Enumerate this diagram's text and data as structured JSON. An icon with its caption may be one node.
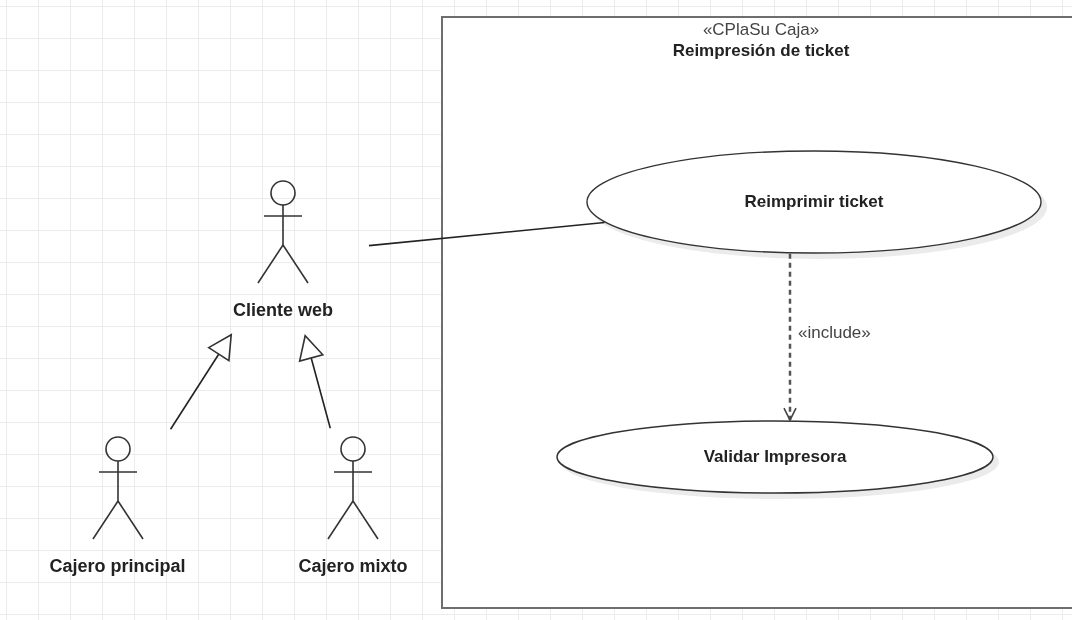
{
  "diagram": {
    "nodes": [
      {
        "text": [
          "«CPlaSu Caja»",
          "Reimpresión de ticket"
        ]
      },
      {
        "text": [
          "Reimprimir ticket"
        ],
        "in": 0
      },
      {
        "text": [
          "Validar Impresora"
        ],
        "in": 0
      },
      {
        "text": [
          "Cliente web"
        ]
      },
      {
        "text": [
          "Cajero principal"
        ]
      },
      {
        "text": [
          "Cajero mixto"
        ]
      }
    ],
    "edges": [
      {
        "from": 3,
        "to": 1,
        "arrow": "none"
      },
      {
        "from": 1,
        "to": 2,
        "arrow": "to",
        "label": "«include»",
        "style": "dashed"
      },
      {
        "from": 4,
        "to": 3,
        "arrow": "to"
      },
      {
        "from": 5,
        "to": 3,
        "arrow": "to"
      }
    ]
  }
}
